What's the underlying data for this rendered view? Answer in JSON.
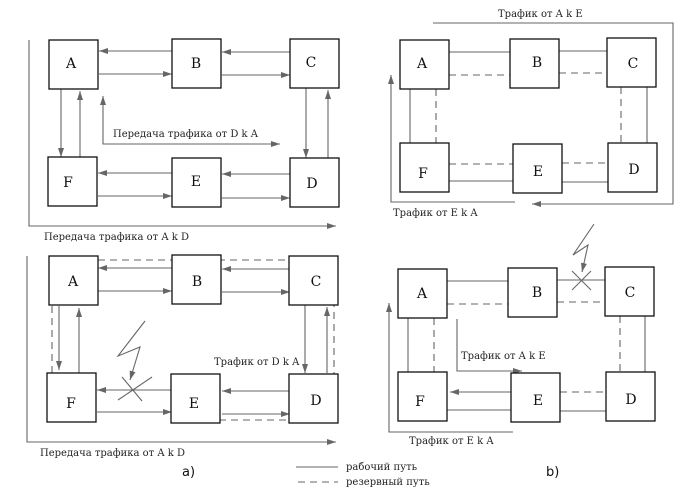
{
  "nodes": [
    "A",
    "B",
    "C",
    "D",
    "E",
    "F"
  ],
  "panel_a_top": {
    "label_d_to_a": "Передача трафика от D k A",
    "label_a_to_d": "Передача трафика от A k D"
  },
  "panel_a_bottom": {
    "label_d_to_a": "Трафик от D k A",
    "label_a_to_d": "Передача трафика от A k D",
    "failed_link": "F-E"
  },
  "panel_b_top": {
    "label_a_to_e": "Трафик от A k E",
    "label_e_to_a": "Трафик от E k A"
  },
  "panel_b_bottom": {
    "label_a_to_e": "Трафик от A k E",
    "label_e_to_a": "Трафик от E k A",
    "failed_link": "B-C"
  },
  "captions": {
    "a": "a)",
    "b": "b)"
  },
  "legend": {
    "working": "рабочий путь",
    "backup": "резервный путь"
  }
}
